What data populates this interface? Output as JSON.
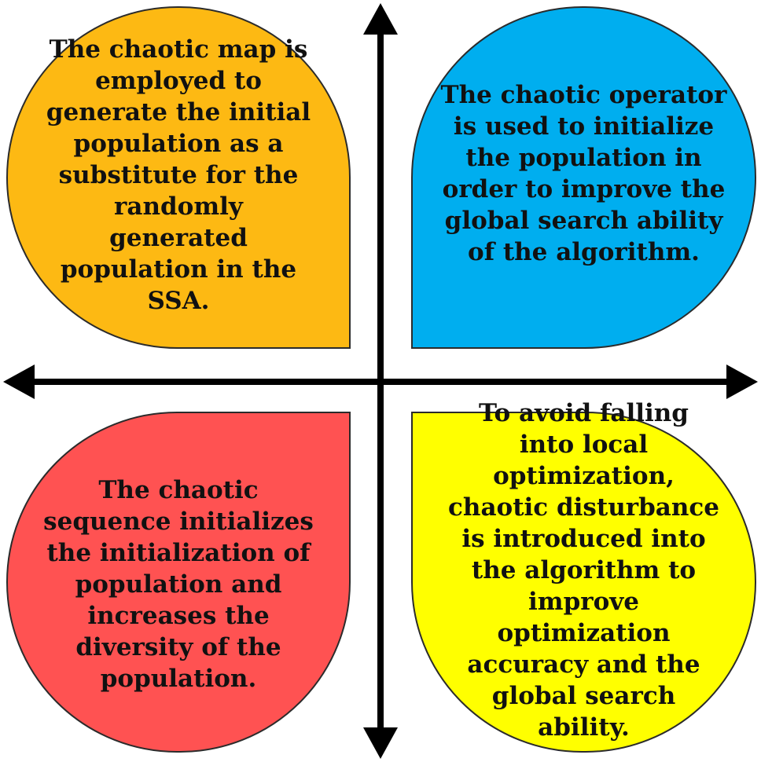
{
  "quadrants": {
    "top_left": {
      "text": "The chaotic map is employed to generate the initial population as a substitute for the randomly generated population in the SSA.",
      "color": "#FDB913"
    },
    "top_right": {
      "text": "The chaotic operator is used to initialize the population in order to improve the global search ability of the algorithm.",
      "color": "#00AEEF"
    },
    "bottom_left": {
      "text": "The chaotic sequence initializes the initialization of population and increases the diversity of the population.",
      "color": "#FF5252"
    },
    "bottom_right": {
      "text": "To avoid falling into local optimization, chaotic disturbance is introduced into the algorithm to improve optimization accuracy and the global search ability.",
      "color": "#FFFF00"
    }
  },
  "axes": {
    "color": "#000000"
  }
}
